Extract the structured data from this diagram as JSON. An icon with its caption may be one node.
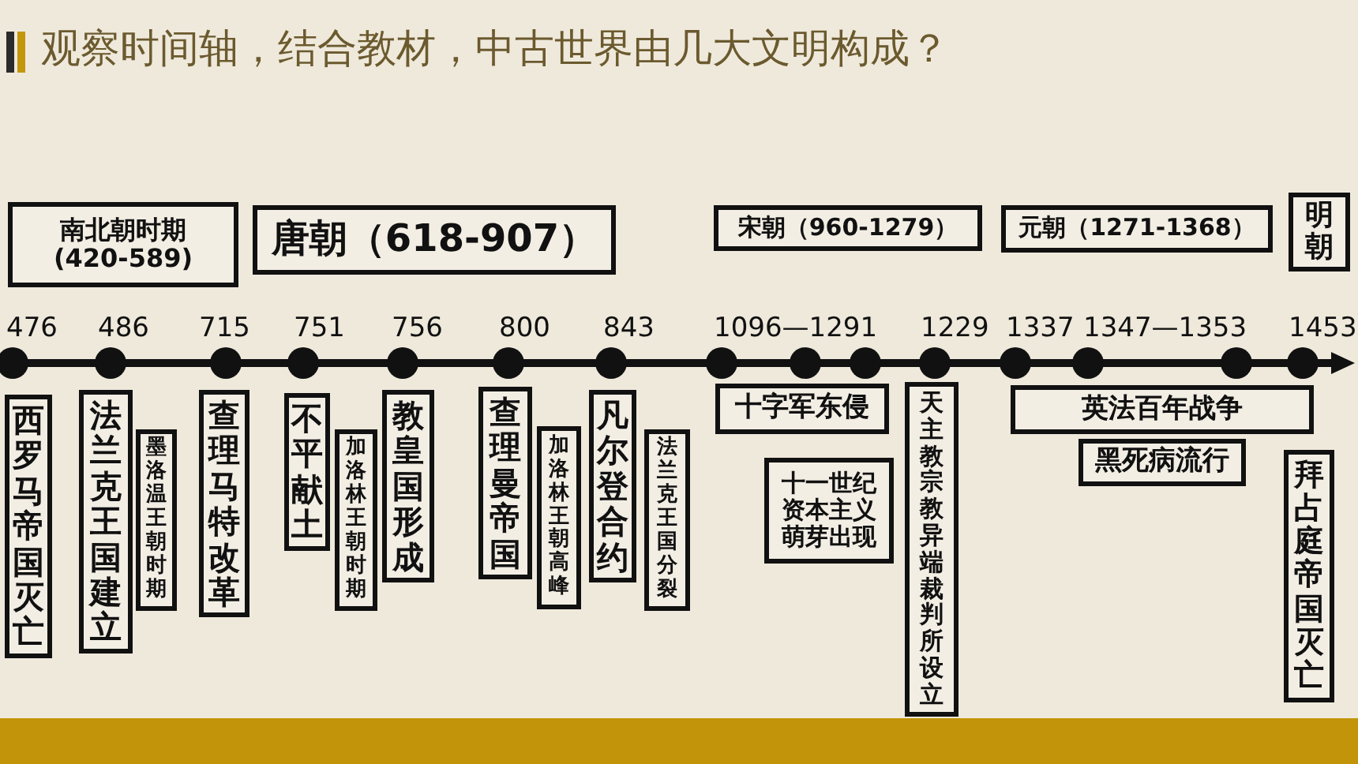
{
  "diagram": {
    "title": "观察时间轴，结合教材，中古世界由几大文明构成？",
    "nodes": [
      {
        "text": [
          "南北朝时期 (420-589)"
        ]
      },
      {
        "text": [
          "唐朝（618-907）"
        ]
      },
      {
        "text": [
          "宋朝（960-1279）"
        ]
      },
      {
        "text": [
          "元朝（1271-1368）"
        ]
      },
      {
        "text": [
          "明朝"
        ]
      },
      {
        "text": [
          "西罗马帝国灭亡"
        ]
      },
      {
        "text": [
          "法兰克王国建立"
        ]
      },
      {
        "text": [
          "墨洛温王朝时期"
        ]
      },
      {
        "text": [
          "查理马特改革"
        ]
      },
      {
        "text": [
          "不平献土"
        ]
      },
      {
        "text": [
          "加洛林王朝时期"
        ]
      },
      {
        "text": [
          "教皇国形成"
        ]
      },
      {
        "text": [
          "查理曼帝国"
        ]
      },
      {
        "text": [
          "加洛林王朝高峰"
        ]
      },
      {
        "text": [
          "凡尔登合约"
        ]
      },
      {
        "text": [
          "法兰克王国分裂"
        ]
      },
      {
        "text": [
          "十字军东侵"
        ]
      },
      {
        "text": [
          "十一世纪资本主义萌芽出现"
        ]
      },
      {
        "text": [
          "天主教宗教异端裁判所设立"
        ]
      },
      {
        "text": [
          "英法百年战争"
        ]
      },
      {
        "text": [
          "黑死病流行"
        ]
      },
      {
        "text": [
          "拜占庭帝国灭亡"
        ]
      }
    ],
    "labels": [
      "476",
      "486",
      "715",
      "751",
      "756",
      "800",
      "843",
      "1096—1291",
      "1229",
      "1337",
      "1347—1353",
      "1453"
    ]
  }
}
